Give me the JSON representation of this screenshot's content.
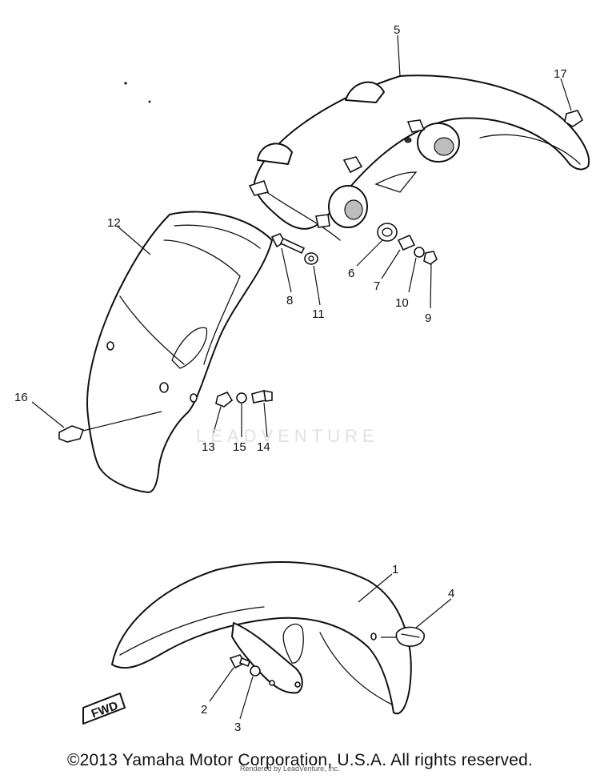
{
  "callouts": [
    "1",
    "2",
    "3",
    "4",
    "5",
    "6",
    "7",
    "8",
    "9",
    "10",
    "11",
    "12",
    "13",
    "14",
    "15",
    "16",
    "17"
  ],
  "fwd_label": "FWD",
  "watermark": "LEADVENTURE",
  "copyright": "©2013 Yamaha Motor Corporation, U.S.A. All rights reserved.",
  "rendered_note": "Rendered by LeadVenture, Inc."
}
